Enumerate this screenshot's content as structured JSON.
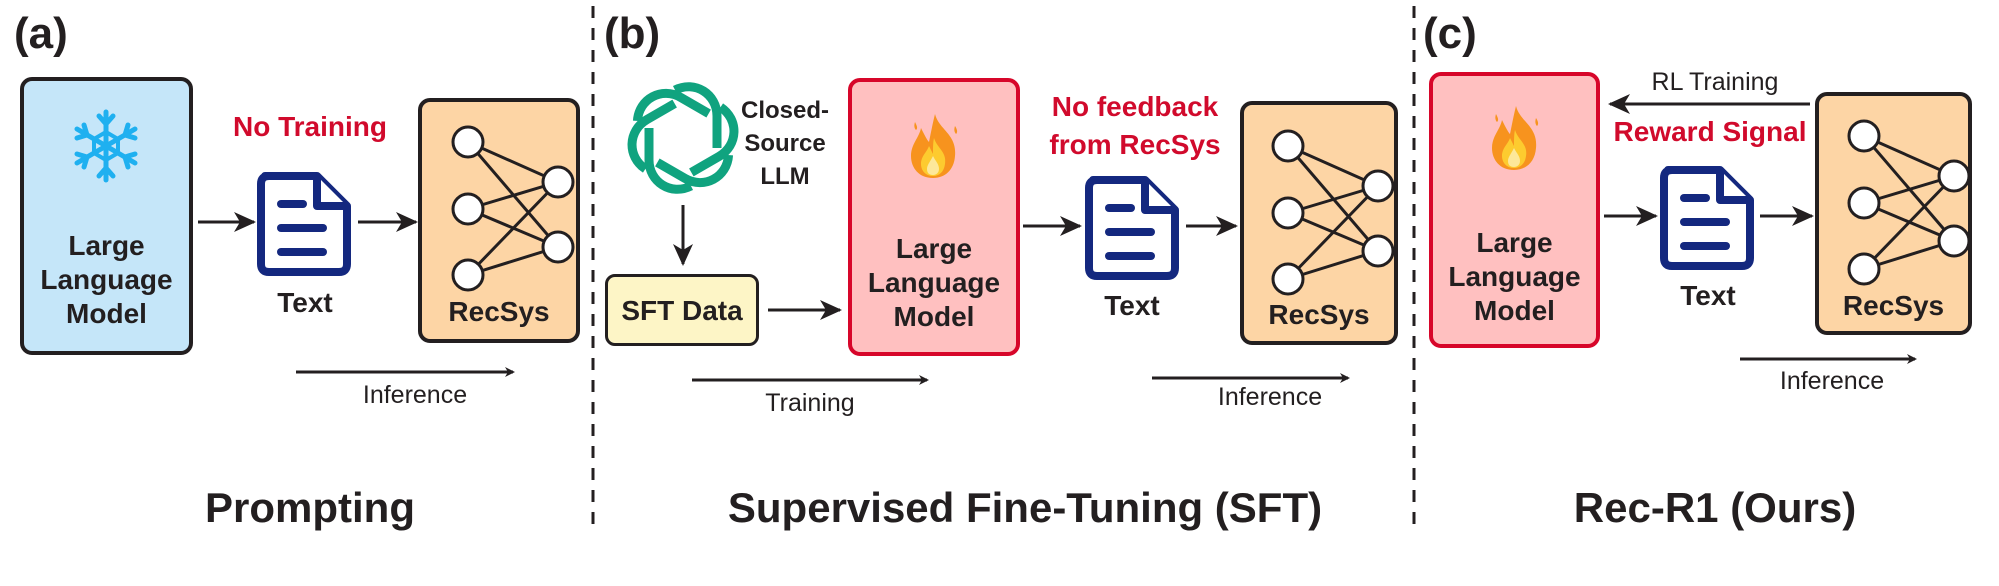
{
  "panels": {
    "a": {
      "label": "(a)",
      "llm_label_lines": [
        "Large",
        "Language",
        "Model"
      ],
      "llm_state_icon": "snowflake-icon",
      "annotation": "No Training",
      "text_label": "Text",
      "recsys_label": "RecSys",
      "flow_label": "Inference",
      "title": "Prompting"
    },
    "b": {
      "label": "(b)",
      "source_logo": "openai-logo-icon",
      "source_label_lines": [
        "Closed-",
        "Source",
        "LLM"
      ],
      "data_label": "SFT Data",
      "llm_label_lines": [
        "Large",
        "Language",
        "Model"
      ],
      "llm_state_icon": "fire-icon",
      "annotation_lines": [
        "No feedback",
        "from RecSys"
      ],
      "text_label": "Text",
      "recsys_label": "RecSys",
      "training_label": "Training",
      "flow_label": "Inference",
      "title": "Supervised Fine-Tuning (SFT)"
    },
    "c": {
      "label": "(c)",
      "llm_label_lines": [
        "Large",
        "Language",
        "Model"
      ],
      "llm_state_icon": "fire-icon",
      "feedback_label": "RL Training",
      "annotation": "Reward Signal",
      "text_label": "Text",
      "recsys_label": "RecSys",
      "flow_label": "Inference",
      "title": "Rec-R1 (Ours)"
    }
  },
  "colors": {
    "frozen_llm_fill": "#c5e6f9",
    "trained_llm_fill": "#ffc0c0",
    "trained_llm_border": "#d7062a",
    "recsys_fill": "#fdd5a5",
    "sft_data_fill": "#fdf5c6",
    "annotation_red": "#d10a2c",
    "document_blue": "#14287f",
    "openai_green": "#10a37f",
    "snowflake_blue": "#1fb0f0"
  }
}
